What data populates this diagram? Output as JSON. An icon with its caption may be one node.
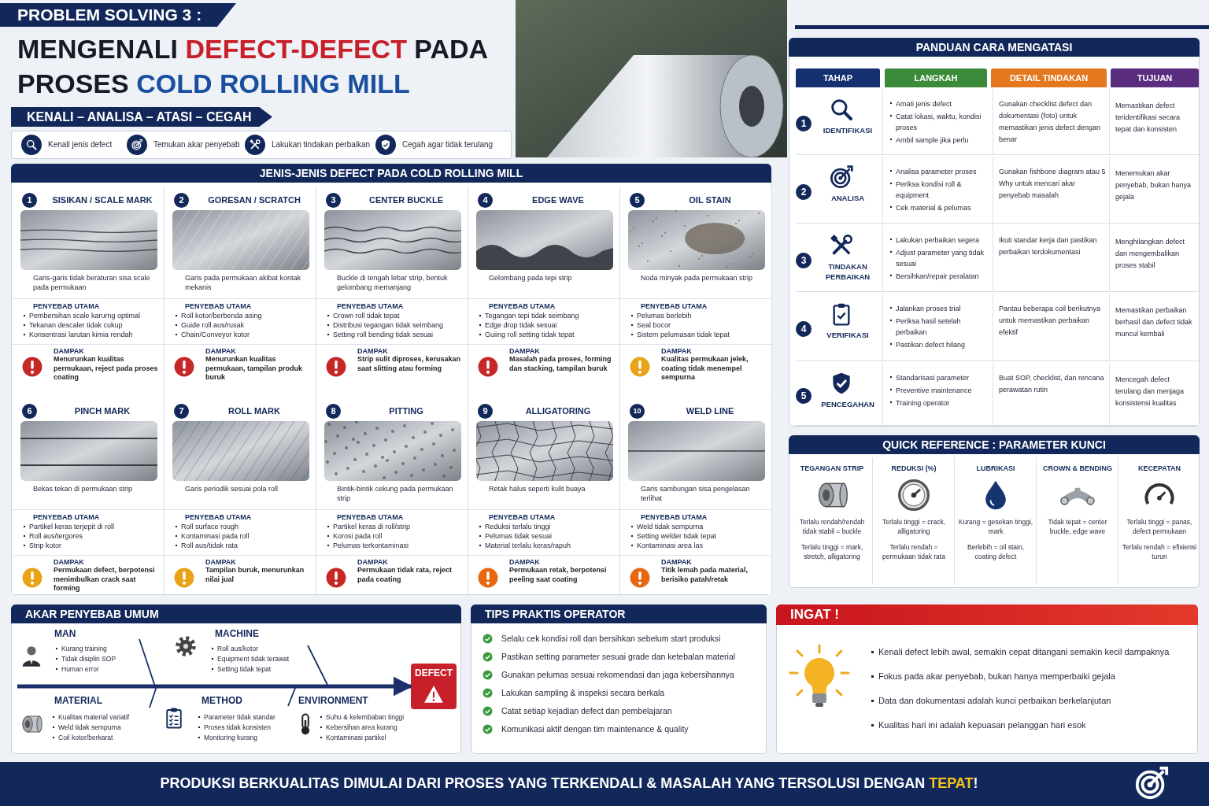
{
  "diagram": {
    "title": "MENGENALI **DEFECT-DEFECT** PADA PROSES **COLD ROLLING MILL**",
    "caption": "PRODUKSI BERKUALITAS DIMULAI DARI PROSES YANG TERKENDALI & MASALAH YANG TERSOLUSI DENGAN **TEPAT**!",
    "nodes": [
      {
        "text": [
          "JENIS-JENIS DEFECT PADA COLD ROLLING MILL"
        ]
      },
      {
        "text": [
          "1",
          "SISIKAN / SCALE MARK",
          "Garis-garis tidak beraturan sisa scale pada permukaan",
          "PENYEBAB UTAMA",
          "Pembersihan scale karurng optimal",
          "Tekanan descaler tidak cukup",
          "Konsentrasi larutan kimia rendah",
          "DAMPAK",
          "Menurunkan kualitas permukaan, reject pada proses coating"
        ],
        "in": 0
      },
      {
        "text": [
          "2",
          "GORESAN / SCRATCH",
          "Garis pada permukaan akibat kontak mekanis",
          "PENYEBAB UTAMA",
          "Roll kotor/berbenda asing",
          "Guide roll aus/rusak",
          "Chain/Conveyor kotor",
          "DAMPAK",
          "Menurunkan kualitas permukaan, tampilan produk buruk"
        ],
        "in": 0
      },
      {
        "text": [
          "3",
          "CENTER BUCKLE",
          "Buckle di tengah lebar strip, bentuk gelombang memanjang",
          "PENYEBAB UTAMA",
          "Crown roll tidak tepat",
          "Distribusi tegangan tidak seimbang",
          "Setting roll bending tidak sesuai",
          "DAMPAK",
          "Strip sulit diproses, kerusakan saat slitting atau forming"
        ],
        "in": 0
      },
      {
        "text": [
          "4",
          "EDGE WAVE",
          "Gelombang pada tepi strip",
          "PENYEBAB UTAMA",
          "Tegangan tepi tidak seimbang",
          "Edge drop tidak sesuai",
          "Guiing roll setting tidak tepat",
          "DAMPAK",
          "Masalah pada proses, forming dan stacking, tampilan buruk"
        ],
        "in": 0
      },
      {
        "text": [
          "5",
          "OIL STAIN",
          "Noda minyak pada permukaan strip",
          "PENYEBAB UTAMA",
          "Pelumas berlebih",
          "Seal bocor",
          "Sistem pelumasan tidak tepat",
          "DAMPAK",
          "Kualitas permukaan jelek, coating tidak menempel sempurna"
        ],
        "in": 0
      },
      {
        "text": [
          "6",
          "PINCH MARK",
          "Bekas tekan di permukaan strip",
          "PENYEBAB UTAMA",
          "Partikel keras terjepit di roll",
          "Roll aus/tergores",
          "Strip kotor",
          "DAMPAK",
          "Permukaan defect, berpotensi menimbulkan crack saat forming"
        ],
        "in": 0
      },
      {
        "text": [
          "7",
          "ROLL MARK",
          "Garis periodik sesuai pola roll",
          "PENYEBAB UTAMA",
          "Roll surface rough",
          "Kontaminasi pada roll",
          "Roll aus/tidak rata",
          "DAMPAK",
          "Tampilan buruk, menurunkan nilai jual"
        ],
        "in": 0
      },
      {
        "text": [
          "8",
          "PITTING",
          "Bintik-bintik cekung pada permukaan strip",
          "PENYEBAB UTAMA",
          "Partikel keras di roll/strip",
          "Korosi pada roll",
          "Pelumas terkontaminasi",
          "DAMPAK",
          "Permukaan tidak rata, reject pada coating"
        ],
        "in": 0
      },
      {
        "text": [
          "9",
          "ALLIGATORING",
          "Retak halus seperti kulit buaya",
          "PENYEBAB UTAMA",
          "Reduksi terlalu tinggi",
          "Pelumas tidak sesuai",
          "Material terlalu keras/rapuh",
          "DAMPAK",
          "Permukaan retak, berpotensi peeling saat coating"
        ],
        "in": 0
      },
      {
        "text": [
          "10",
          "WELD LINE",
          "Garis sambungan sisa pengelasan terlihat",
          "PENYEBAB UTAMA",
          "Weld tidak sempurna",
          "Setting welder tidak tepat",
          "Kontaminasi area las",
          "DAMPAK",
          "Titik lemah pada material, berisiko patah/retak"
        ],
        "in": 0
      },
      {
        "text": [
          "PANDUAN CARA MENGATASI"
        ]
      },
      {
        "text": [
          "TAHAP"
        ],
        "in": 11
      },
      {
        "text": [
          "LANGKAH"
        ],
        "in": 11
      },
      {
        "text": [
          "DETAIL TINDAKAN"
        ],
        "in": 11
      },
      {
        "text": [
          "TUJUAN"
        ],
        "in": 11
      },
      {
        "text": [
          "1",
          "IDENTIFIKASI",
          "Amati jenis defect",
          "Catat lokasi, waktu, kondisi proses",
          "Ambil sample jika perlu",
          "Gunakan checklist defect dan dokumentasi (foto) untuk memastikan jenis defect dengan benar",
          "Memastikan defect teridentifikasi secara tepat dan konsisten"
        ],
        "in": 11
      },
      {
        "text": [
          "2",
          "ANALISA",
          "Analisa parameter proses",
          "Periksa kondisi roll & equipment",
          "Cek material & pelumas",
          "Gunakan fishbone diagram atau 5 Why untuk mencari akar penyebab masalah",
          "Menemukan akar penyebab, bukan hanya gejala"
        ],
        "in": 11
      },
      {
        "text": [
          "3",
          "TINDAKAN PERBAIKAN",
          "Lakukan perbaikan segera",
          "Adjust parameter yang tidak sesuai",
          "Bersihkan/repair peralatan",
          "Ikuti standar kerja dan pastikan perbaikan terdokumentasi",
          "Menghilangkan defect dan mengembalikan proses stabil"
        ],
        "in": 11
      },
      {
        "text": [
          "4",
          "VERIFIKASI",
          "Jalankan proses trial",
          "Periksa hasil setelah perbaikan",
          "Pastikan defect hilang",
          "Pantau beberapa coil berikutnya untuk memastikan perbaikan efektif",
          "Memastikan perbaikan berhasil dan defect tidak muncul kembali"
        ],
        "in": 11
      },
      {
        "text": [
          "5",
          "PENCEGAHAN",
          "Standarisasi parameter",
          "Preventive maintenance",
          "Training operator",
          "Buat SOP, checklist, dan rencana perawatan rutin",
          "Mencegah defect terulang dan menjaga konsistensi kualitas"
        ],
        "in": 11
      },
      {
        "text": [
          "QUICK REFERENCE : PARAMETER KUNCI"
        ]
      },
      {
        "text": [
          "TEGANGAN STRIP",
          "Terlalu rendah/rendah tidak stabil = buckle",
          "Terlalu tinggi = mark, stretch, alligatoring"
        ],
        "in": 21
      },
      {
        "text": [
          "REDUKSI (%)",
          "Terlalu tinggi = crack, alligatoring",
          "Terlalu rendah = permukaan tidak rata"
        ],
        "in": 21
      },
      {
        "text": [
          "LUBRIKASI",
          "Kurang = gesekan tinggi, mark",
          "Berlebih = oil stain, coating defect"
        ],
        "in": 21
      },
      {
        "text": [
          "CROWN & BENDING",
          "Tidak tepat = center buckle, edge wave"
        ],
        "in": 21
      },
      {
        "text": [
          "KECEPATAN",
          "Terlalu tinggi = panas, defect permukaan",
          "Terlalu rendah = efisiensi turun"
        ],
        "in": 21
      },
      {
        "text": [
          "AKAR PENYEBAB UMUM"
        ]
      },
      {
        "text": [
          "MAN",
          "Kurang training",
          "Tidak disiplin SOP",
          "Human error"
        ],
        "in": 27
      },
      {
        "text": [
          "MACHINE",
          "Roll aus/kotor",
          "Equipment tidak terawat",
          "Setting tidak tepat"
        ],
        "in": 27
      },
      {
        "text": [
          "MATERIAL",
          "Kualitas material variatif",
          "Weld tidak sempurna",
          "Coil kotor/berkarat"
        ],
        "in": 27
      },
      {
        "text": [
          "METHOD",
          "Parameter tidak standar",
          "Proses tidak konsisten",
          "Monitoring kurang"
        ],
        "in": 27
      },
      {
        "text": [
          "ENVIRONMENT",
          "Suhu & kelembaban tinggi",
          "Kebersihan area kurang",
          "Kontaminasi partikel"
        ],
        "in": 27
      },
      {
        "text": [
          "DEFECT"
        ],
        "in": 27
      },
      {
        "text": [
          "TIPS PRAKTIS OPERATOR",
          "Selalu cek kondisi roll dan bersihkan sebelum start produksi",
          "Pastikan setting parameter sesuai grade dan ketebalan material",
          "Gunakan pelumas sesuai rekomendasi dan jaga kebersihannya",
          "Lakukan sampling & inspeksi secara berkala",
          "Catat setiap kejadian defect dan pembelajaran",
          "Komunikasi aktif dengan tim maintenance & quality"
        ]
      },
      {
        "text": [
          "INGAT !",
          "Kenali defect lebih awal, semakin cepat ditangani semakin kecil dampaknya",
          "Fokus pada akar penyebab, bukan hanya memperbaiki gejala",
          "Data dan dokumentasi adalah kunci perbaikan berkelanjutan",
          "Kualitas hari ini adalah kepuasan pelanggan hari esok"
        ]
      }
    ],
    "edges": [
      {
        "from": null,
        "to": 33,
        "arrow": "to",
        "style": "thick"
      },
      {
        "from": 28,
        "to": 33,
        "arrow": "to"
      },
      {
        "from": 30,
        "to": 33,
        "arrow": "to"
      },
      {
        "from": 29,
        "to": 33,
        "arrow": "to"
      },
      {
        "from": 31,
        "to": 33,
        "arrow": "to"
      }
    ],
    "labels": [
      "PROBLEM SOLVING 3 :",
      "KENALI – ANALISA – ATASI – CEGAH",
      "Kenali jenis defect",
      "Temukan akar penyebab",
      "Lakukan tindakan perbaikan",
      "Cegah agar tidak terulang"
    ]
  }
}
